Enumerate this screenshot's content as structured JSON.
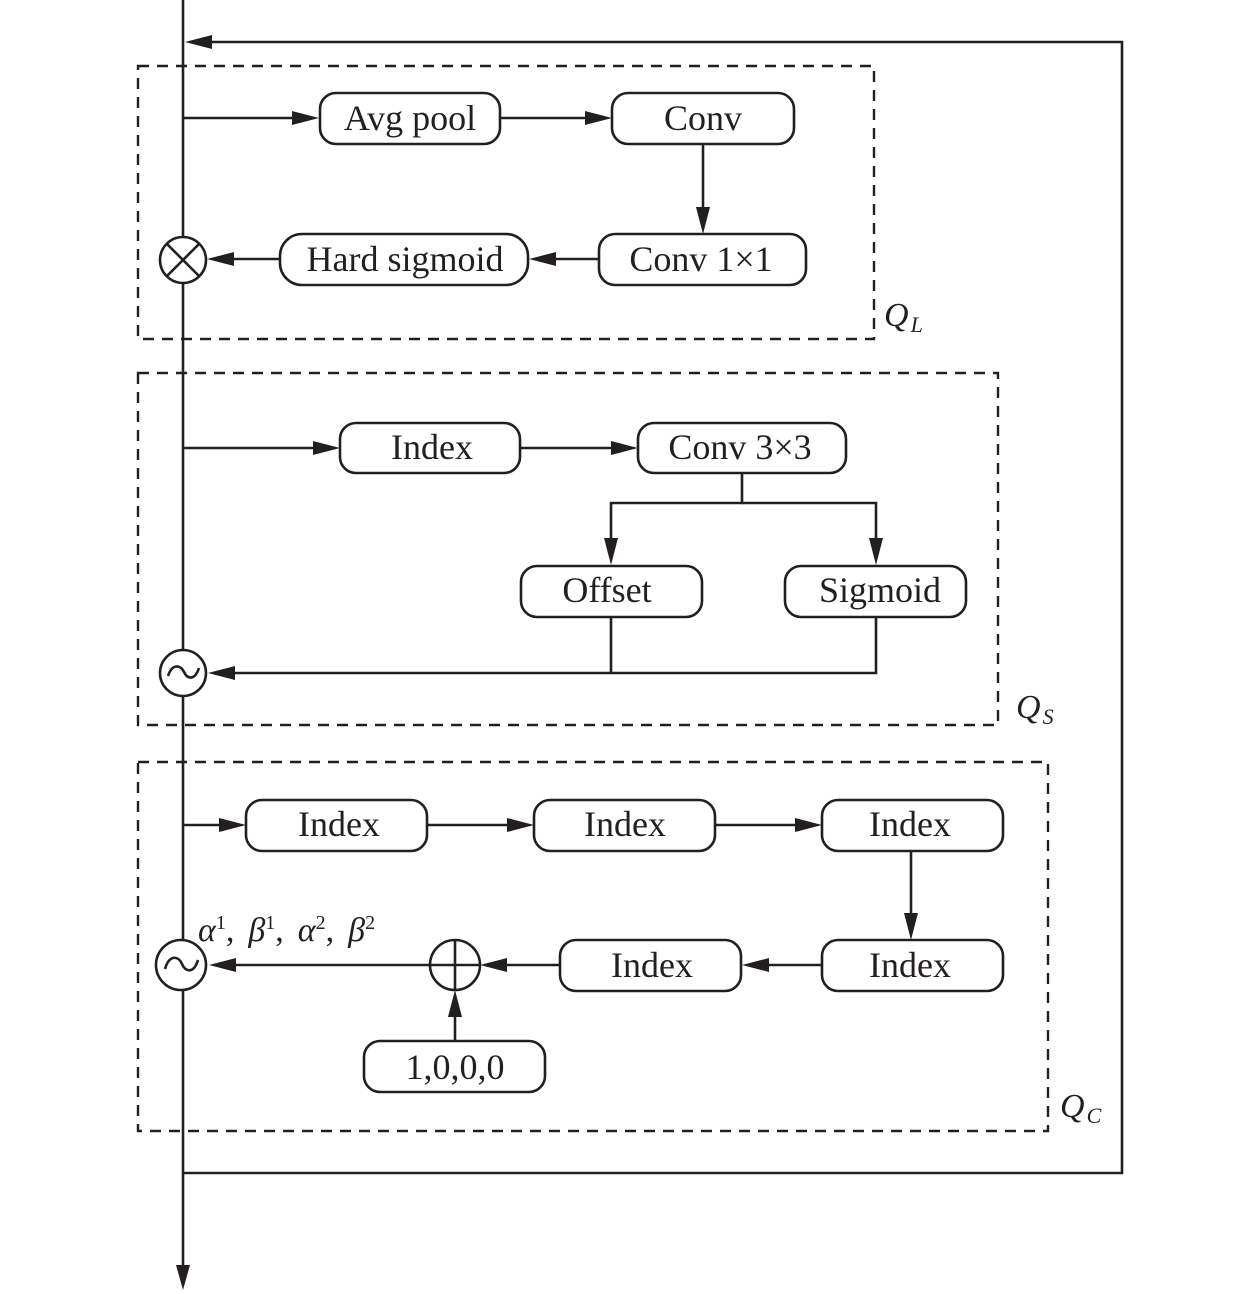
{
  "diagram": {
    "modules": {
      "ql": {
        "name": "Q",
        "subscript": "L"
      },
      "qs": {
        "name": "Q",
        "subscript": "S"
      },
      "qc": {
        "name": "Q",
        "subscript": "C"
      }
    },
    "ql_nodes": {
      "avg_pool": "Avg pool",
      "conv": "Conv",
      "conv1x1": "Conv 1×1",
      "hard_sigmoid": "Hard sigmoid"
    },
    "qs_nodes": {
      "index": "Index",
      "conv3x3": "Conv 3×3",
      "offset": "Offset",
      "sigmoid": "Sigmoid"
    },
    "qc_nodes": {
      "index1": "Index",
      "index2": "Index",
      "index3": "Index",
      "index4": "Index",
      "index5": "Index",
      "constant": "1,0,0,0"
    },
    "qc_params": {
      "a1": "α",
      "a1_sup": "1",
      "b1": "β",
      "b1_sup": "1",
      "a2": "α",
      "a2_sup": "2",
      "b2": "β",
      "b2_sup": "2",
      "sep": ","
    },
    "operators": {
      "multiply": "multiply-operator",
      "warp_s": "warp-operator",
      "warp_c": "warp-operator",
      "add": "add-operator"
    }
  }
}
